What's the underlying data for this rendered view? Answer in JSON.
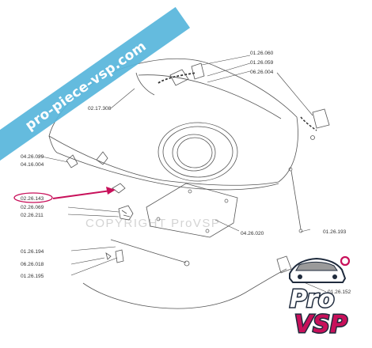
{
  "banner": {
    "text": "pro-piece-vsp.com"
  },
  "watermark": {
    "text": "COPYRIGHT ProVSP"
  },
  "logo": {
    "line1": "Pro",
    "line2": "VSP"
  },
  "colors": {
    "banner": "#58b6dc",
    "highlight": "#c8105a",
    "logo_dark": "#1f2b3d",
    "line": "#555555"
  },
  "highlighted_ref": "02.26.143",
  "labels": {
    "r_01_26_060": "01.26.060",
    "r_01_26_059": "01.26.059",
    "r_06_26_004": "06.26.004",
    "r_02_17_308": "02.17.308",
    "r_04_26_029": "04.26.029",
    "r_04_16_004": "04.16.004",
    "r_02_26_143": "02.26.143",
    "r_02_26_069": "02.26.069",
    "r_02_26_211": "02.26.211",
    "r_04_26_020": "04.26.020",
    "r_01_26_193": "01.26.193",
    "r_01_26_194": "01.26.194",
    "r_06_26_018": "06.26.018",
    "r_01_26_195": "01.26.195",
    "r_01_26_152": "01.26.152"
  }
}
